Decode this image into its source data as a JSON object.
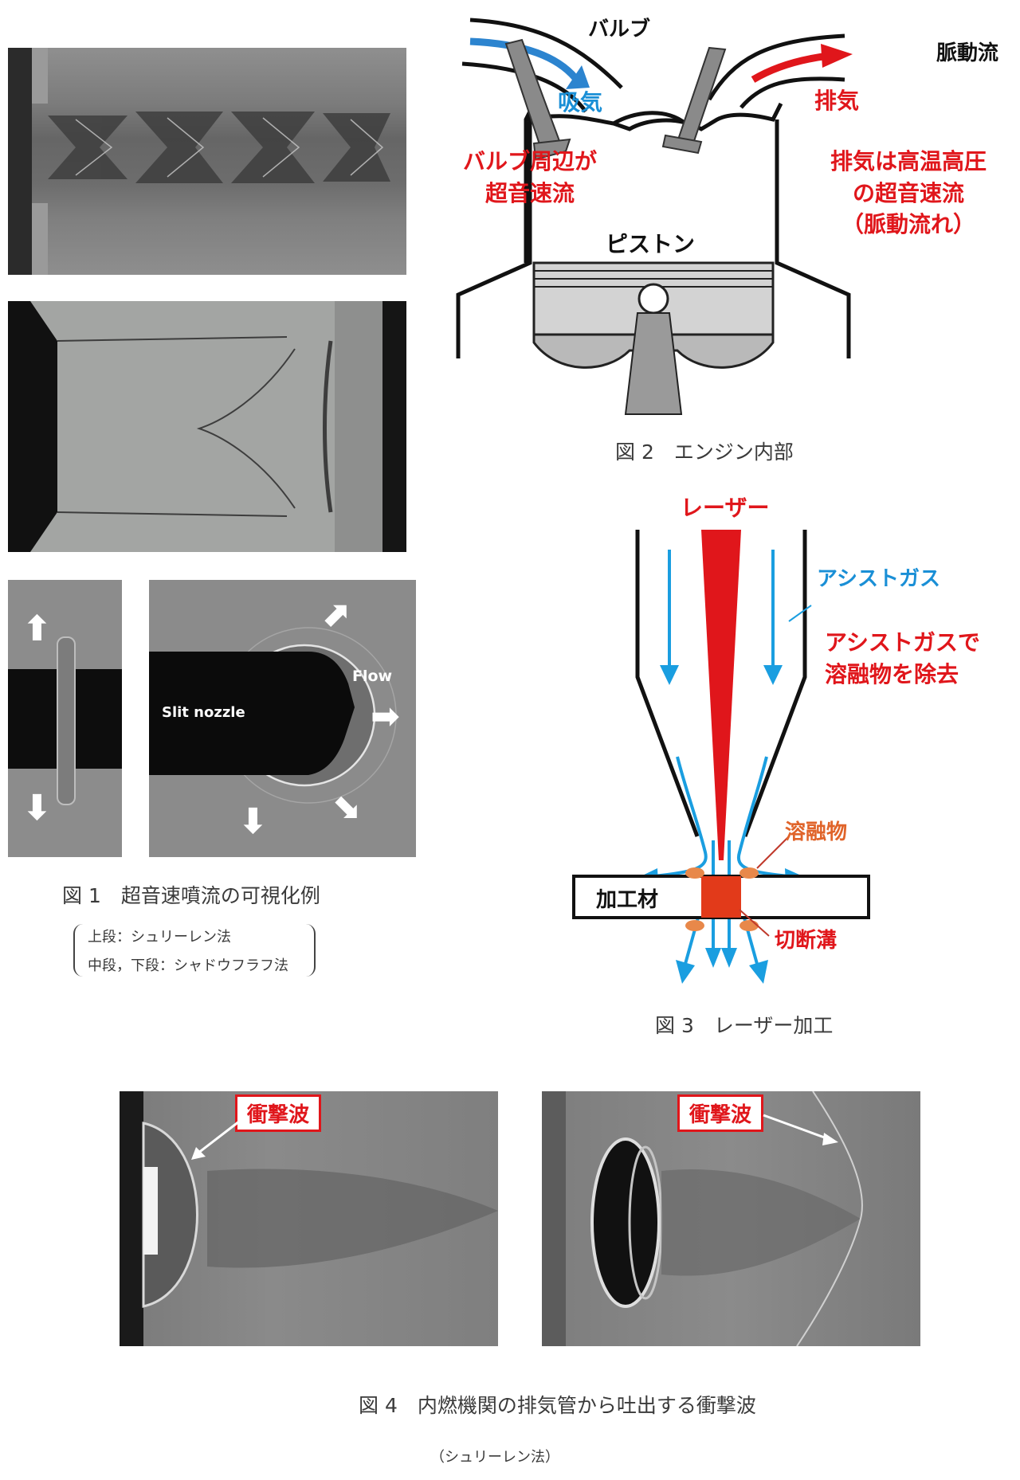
{
  "fig1": {
    "caption": "図 1　超音速噴流の可視化例",
    "note_line1": "上段：シュリーレン法",
    "note_line2": "中段，下段：シャドウフラフ法",
    "slit_label": "Slit nozzle",
    "flow_label": "Flow"
  },
  "fig2": {
    "caption": "図 2　エンジン内部",
    "valve": "バルブ",
    "pulse_flow": "脈動流",
    "intake": "吸気",
    "exhaust": "排気",
    "left_note_1": "バルブ周辺が",
    "left_note_2": "超音速流",
    "right_note_1": "排気は高温高圧",
    "right_note_2": "の超音速流",
    "right_note_3": "（脈動流れ）",
    "piston": "ピストン"
  },
  "fig3": {
    "caption": "図 3　レーザー加工",
    "laser": "レーザー",
    "assist_gas": "アシストガス",
    "note_1": "アシストガスで",
    "note_2": "溶融物を除去",
    "molten": "溶融物",
    "workpiece": "加工材",
    "kerf": "切断溝"
  },
  "fig4": {
    "caption": "図 4　内燃機関の排気管から吐出する衝撃波",
    "sub": "（シュリーレン法）",
    "shock_left": "衝撃波",
    "shock_right": "衝撃波"
  },
  "colors": {
    "red": "#e0161b",
    "blue": "#1a8fd6",
    "orange": "#e0642a"
  }
}
